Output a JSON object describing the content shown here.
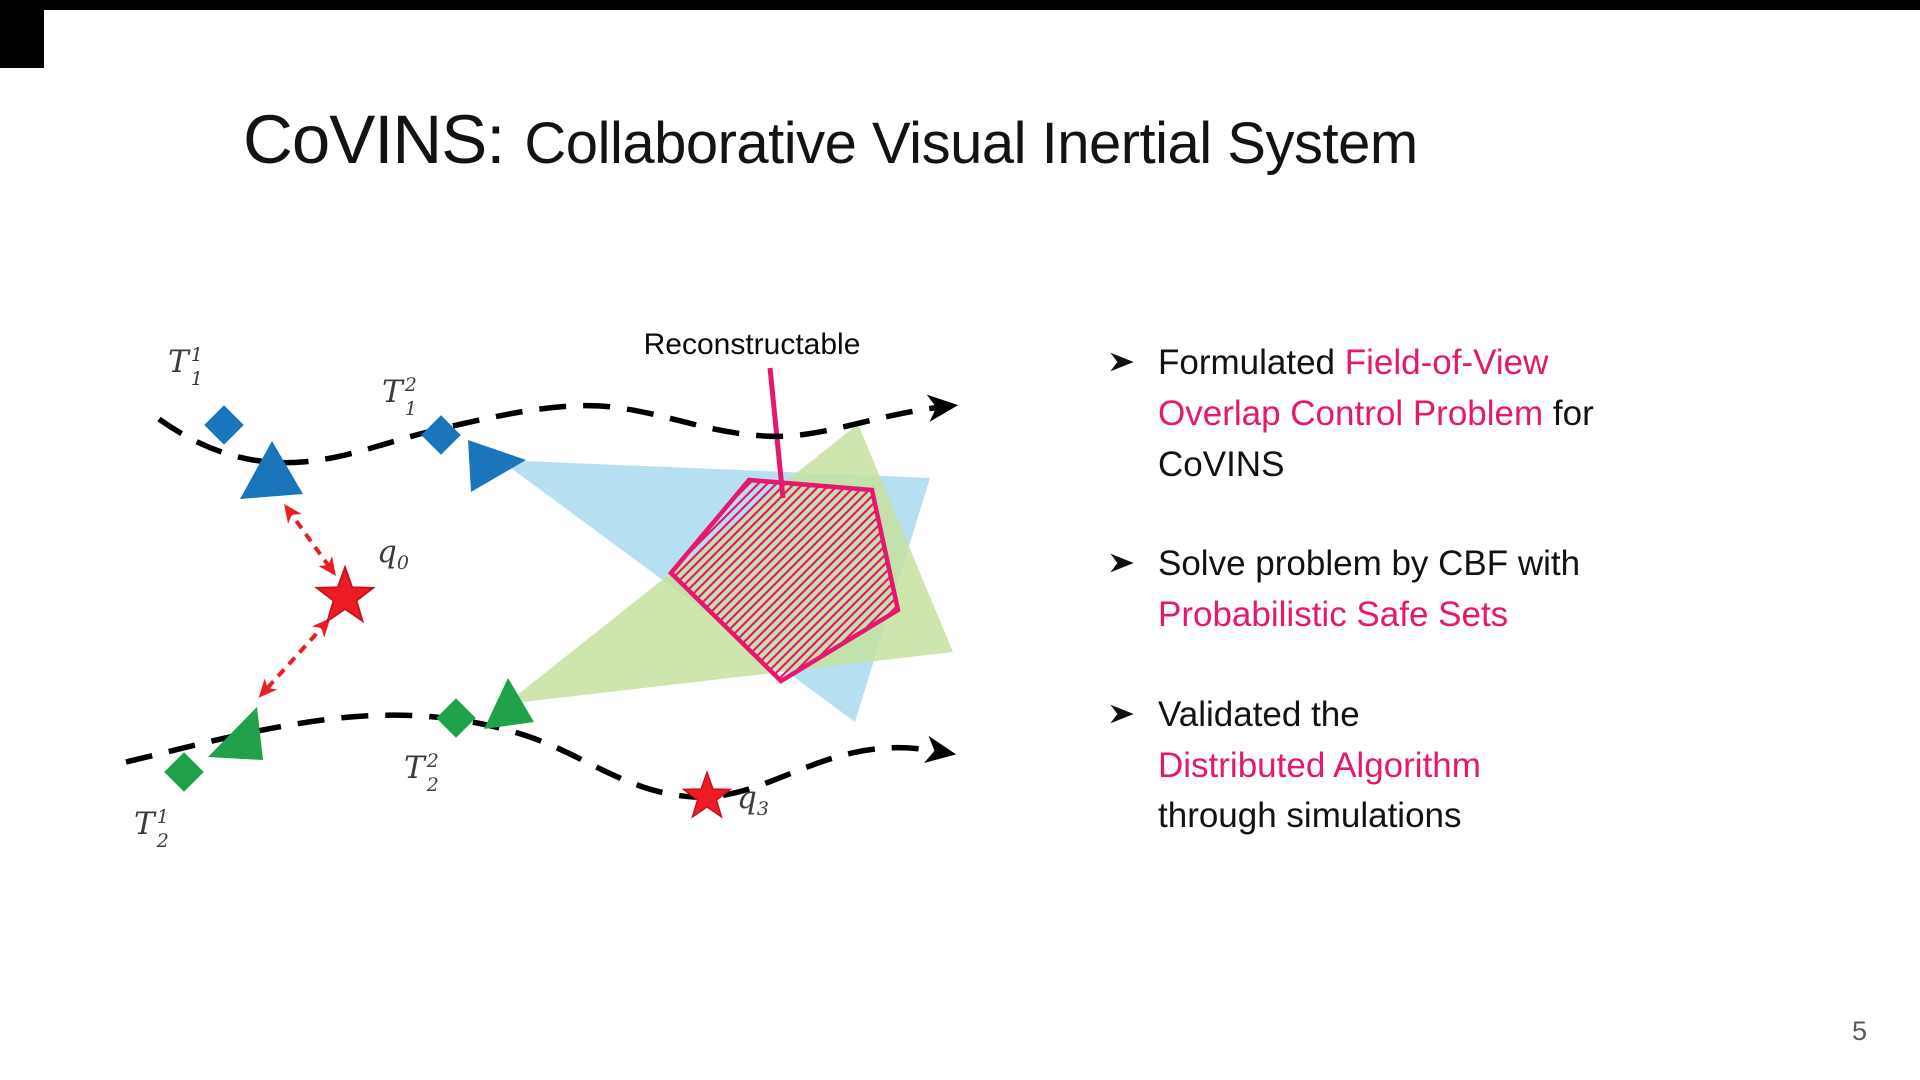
{
  "slide": {
    "title": {
      "main": "CoVINS:",
      "subtitle": "Collaborative Visual Inertial System"
    },
    "page_number": "5"
  },
  "colors": {
    "accent_pink": "#e6186e",
    "blue": "#1b75bb",
    "light_blue": "#a9d9f0",
    "green": "#22a14b",
    "light_green": "#c6e2a0",
    "red": "#ed1c24",
    "page_gray": "#595959"
  },
  "diagram": {
    "reconstructable_label": "Reconstructable",
    "labels": {
      "t11": {
        "base": "T",
        "sup": "1",
        "sub": "1"
      },
      "t12": {
        "base": "T",
        "sup": "2",
        "sub": "1"
      },
      "t21": {
        "base": "T",
        "sup": "1",
        "sub": "2"
      },
      "t22": {
        "base": "T",
        "sup": "2",
        "sub": "2"
      },
      "q0": {
        "base": "q",
        "sub": "0"
      },
      "q3": {
        "base": "q",
        "sub": "3"
      }
    }
  },
  "bullets": {
    "marker": "➢",
    "b1": {
      "l1_black": "Formulated ",
      "l1_pink": "Field-of-View",
      "l2_pink": "Overlap Control Problem",
      "l2_black": " for",
      "l3_black": "CoVINS"
    },
    "b2": {
      "l1_black": "Solve problem by CBF with",
      "l2_pink": "Probabilistic Safe Sets"
    },
    "b3": {
      "l1_black": "Validated the",
      "l2_pink": "Distributed Algorithm",
      "l3_black": "through simulations"
    }
  }
}
